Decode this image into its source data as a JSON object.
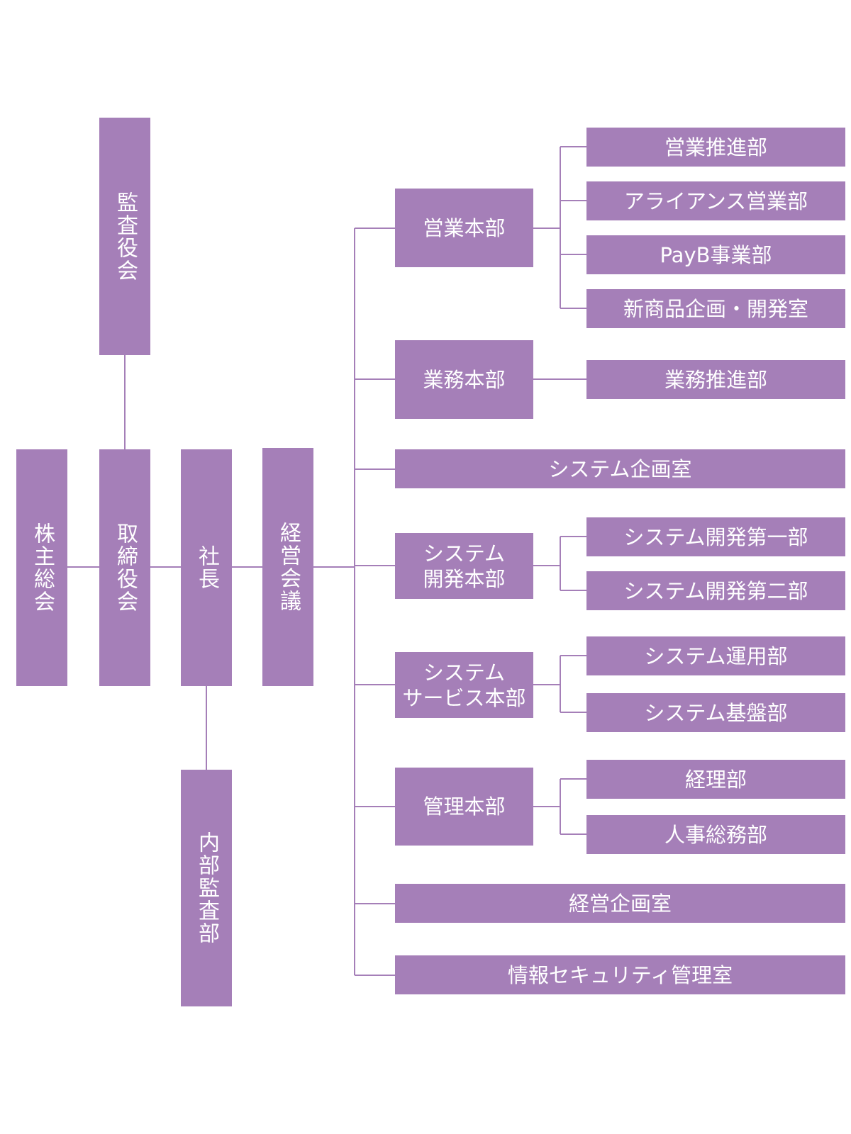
{
  "colors": {
    "box_fill": "#a57fb8",
    "connector": "#a57fb8",
    "text": "#ffffff"
  },
  "governance": {
    "audit_board": "監査役会",
    "shareholders": "株主総会",
    "board_of_directors": "取締役会",
    "president": "社長",
    "management_meeting": "経営会議",
    "internal_audit": "内部監査部"
  },
  "divisions": {
    "sales": {
      "label": "営業本部",
      "departments": [
        "営業推進部",
        "アライアンス営業部",
        "PayB事業部",
        "新商品企画・開発室"
      ]
    },
    "operations": {
      "label": "業務本部",
      "departments": [
        "業務推進部"
      ]
    },
    "system_planning": {
      "label": "システム企画室"
    },
    "system_development": {
      "label": "システム\n開発本部",
      "departments": [
        "システム開発第一部",
        "システム開発第二部"
      ]
    },
    "system_service": {
      "label": "システム\nサービス本部",
      "departments": [
        "システム運用部",
        "システム基盤部"
      ]
    },
    "administration": {
      "label": "管理本部",
      "departments": [
        "経理部",
        "人事総務部"
      ]
    },
    "corporate_planning": {
      "label": "経営企画室"
    },
    "info_security": {
      "label": "情報セキュリティ管理室"
    }
  }
}
